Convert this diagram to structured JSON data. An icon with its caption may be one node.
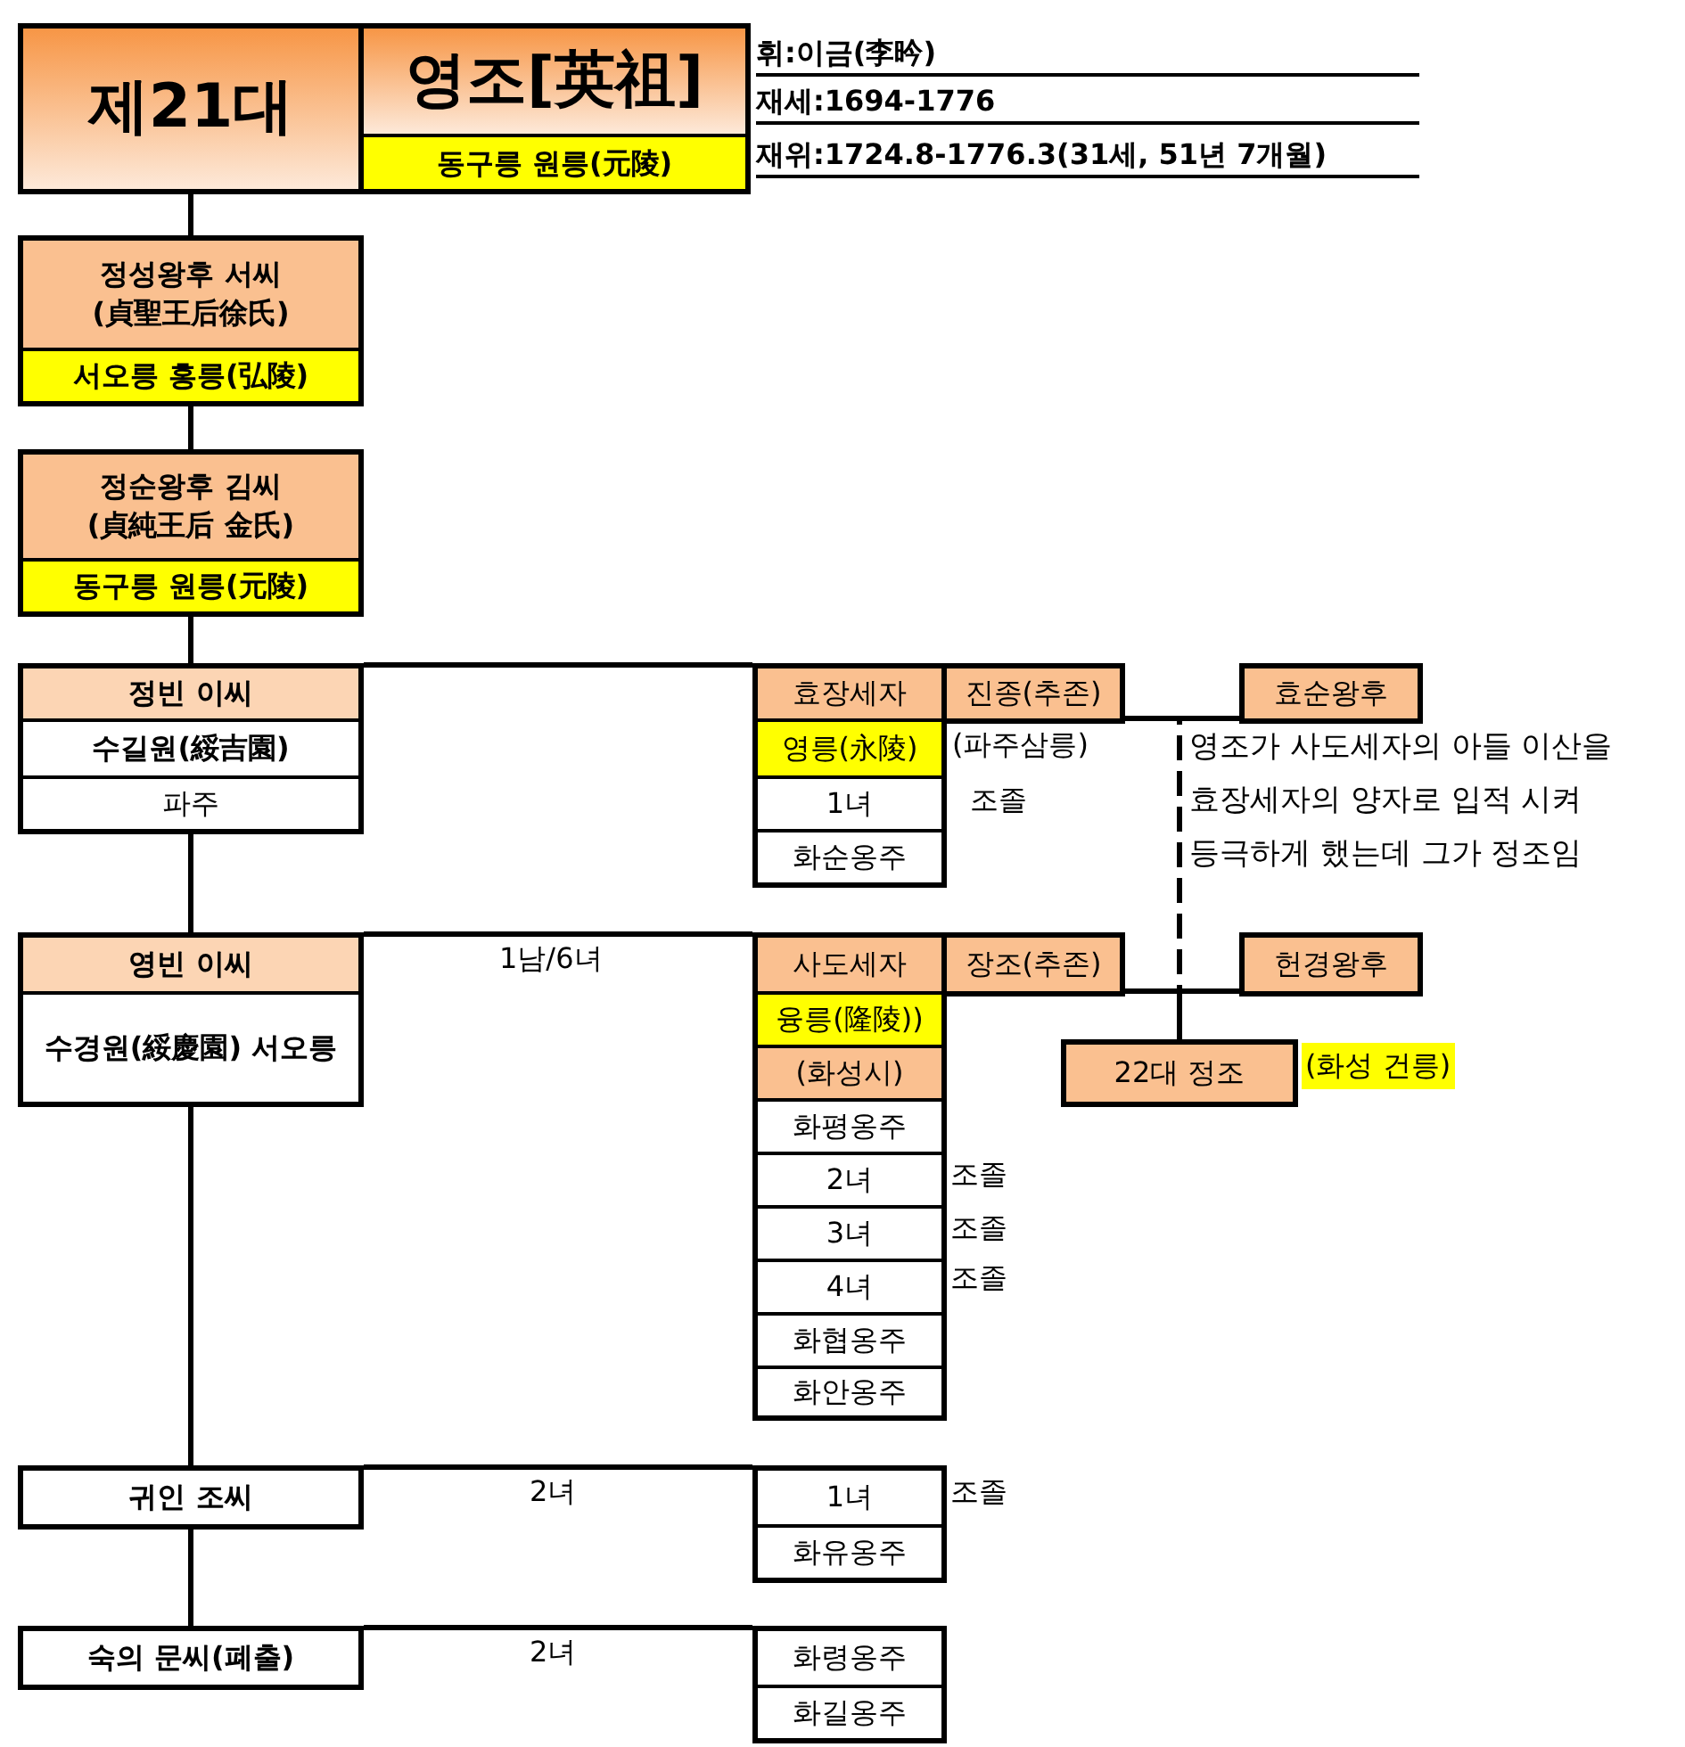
{
  "diagram": {
    "nodes": [
      {
        "text": [
          "제21대"
        ]
      },
      {
        "text": [
          "영조[英祖]",
          "동구릉 원릉(元陵)"
        ],
        "beside": [
          "휘:이금(李昑)",
          "재세:1694-1776",
          "재위:1724.8-1776.3(31세, 51년 7개월)"
        ]
      },
      {
        "text": [
          "정성왕후 서씨 (貞聖王后徐氏)",
          "서오릉 홍릉(弘陵)"
        ]
      },
      {
        "text": [
          "정순왕후 김씨 (貞純王后 金氏)",
          "동구릉 원릉(元陵)"
        ]
      },
      {
        "text": [
          "정빈 이씨",
          "수길원(綏吉園)",
          "파주"
        ]
      },
      {
        "text": [
          "효장세자",
          "영릉(永陵)",
          "1녀",
          "화순옹주"
        ],
        "beside": [
          "(파주삼릉)",
          "조졸"
        ]
      },
      {
        "text": [
          "진종(추존)"
        ]
      },
      {
        "text": [
          "효순왕후"
        ]
      },
      {
        "text": [
          "영빈 이씨",
          "수경원(綏慶園) 서오릉"
        ]
      },
      {
        "text": [
          "사도세자",
          "융릉(隆陵))",
          "(화성시)",
          "화평옹주",
          "2녀",
          "3녀",
          "4녀",
          "화협옹주",
          "화안옹주"
        ],
        "beside": [
          "조졸",
          "조졸",
          "조졸"
        ]
      },
      {
        "text": [
          "장조(추존)"
        ]
      },
      {
        "text": [
          "헌경왕후"
        ]
      },
      {
        "text": [
          "22대 정조"
        ],
        "beside": [
          "(화성 건릉)"
        ]
      },
      {
        "text": [
          "귀인 조씨"
        ]
      },
      {
        "text": [
          "1녀",
          "화유옹주"
        ],
        "beside": [
          "조졸"
        ]
      },
      {
        "text": [
          "숙의 문씨(폐출)"
        ]
      },
      {
        "text": [
          "화령옹주",
          "화길옹주"
        ]
      }
    ],
    "edges": [
      {
        "from": 0,
        "to": 2,
        "arrow": "none"
      },
      {
        "from": 2,
        "to": 3,
        "arrow": "none"
      },
      {
        "from": 3,
        "to": 4,
        "arrow": "none"
      },
      {
        "from": 4,
        "to": 8,
        "arrow": "none"
      },
      {
        "from": 8,
        "to": 13,
        "arrow": "none"
      },
      {
        "from": 13,
        "to": 15,
        "arrow": "none"
      },
      {
        "from": 4,
        "to": 5,
        "arrow": "none"
      },
      {
        "from": 6,
        "to": 7,
        "arrow": "none"
      },
      {
        "from": 6,
        "to": 12,
        "arrow": "none",
        "style": "dashed"
      },
      {
        "from": 8,
        "to": 9,
        "arrow": "none"
      },
      {
        "from": 10,
        "to": 11,
        "arrow": "none"
      },
      {
        "from": 10,
        "to": 12,
        "arrow": "none"
      },
      {
        "from": 13,
        "to": 14,
        "arrow": "none"
      },
      {
        "from": 15,
        "to": 16,
        "arrow": "none"
      }
    ],
    "labels": [
      "1남/6녀",
      "영조가 사도세자의 아들 이산을 효장세자의 양자로 입적 시켜 등극하게 했는데 그가 정조임",
      "2녀",
      "2녀"
    ]
  }
}
